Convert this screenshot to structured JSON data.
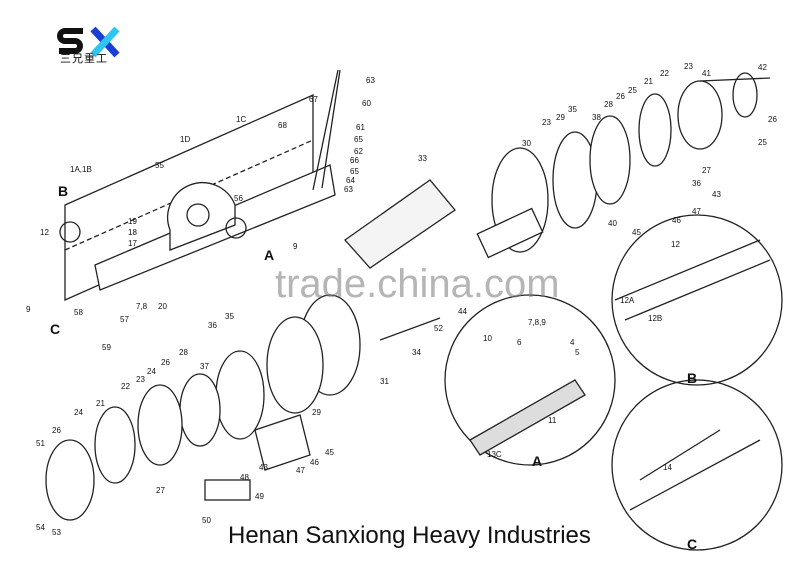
{
  "logo": {
    "mark": "SX",
    "chinese": "三兄重工",
    "colors": {
      "s": "#111111",
      "x_left": "#1a3fd6",
      "x_right": "#2ec6f0"
    }
  },
  "watermark": "trade.china.com",
  "caption": "Henan Sanxiong Heavy Industries",
  "screen_labels": [
    "1A,1B",
    "1D",
    "1C",
    "55",
    "68",
    "67",
    "63",
    "60",
    "61",
    "65",
    "62",
    "66",
    "65",
    "64",
    "63",
    "B",
    "12",
    "19",
    "18",
    "17",
    "56",
    "9",
    "A",
    "C",
    "58",
    "57",
    "59",
    "7,8",
    "20",
    "9"
  ],
  "shaft_top_labels": [
    "33",
    "30",
    "23",
    "29",
    "35",
    "38",
    "28",
    "26",
    "25",
    "21",
    "22",
    "23",
    "41",
    "42",
    "26",
    "25",
    "27",
    "36",
    "43",
    "47",
    "46",
    "45",
    "40",
    "44"
  ],
  "shaft_bottom_labels": [
    "52",
    "34",
    "31",
    "29",
    "36",
    "35",
    "37",
    "28",
    "26",
    "24",
    "23",
    "22",
    "24",
    "21",
    "26",
    "51",
    "54",
    "53",
    "27",
    "48",
    "43",
    "47",
    "46",
    "45",
    "49",
    "50"
  ],
  "detail_a_labels": [
    "10",
    "6",
    "7,8,9",
    "4",
    "5",
    "11",
    "13C",
    "A"
  ],
  "detail_b_labels": [
    "12",
    "12A",
    "12B",
    "B"
  ],
  "detail_c_labels": [
    "14",
    "C"
  ]
}
